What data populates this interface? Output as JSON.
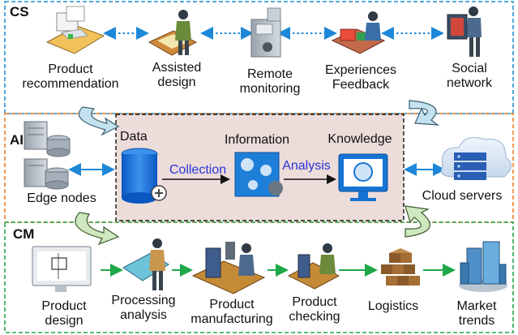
{
  "sections": {
    "cs": "CS",
    "ai": "AI",
    "cm": "CM"
  },
  "cs_items": [
    {
      "label": "Product\nrecommendation",
      "icon": "product-recommendation-icon"
    },
    {
      "label": "Assisted\ndesign",
      "icon": "assisted-design-icon"
    },
    {
      "label": "Remote\nmonitoring",
      "icon": "remote-monitoring-icon"
    },
    {
      "label": "Experiences\nFeedback",
      "icon": "experiences-feedback-icon"
    },
    {
      "label": "Social\nnetwork",
      "icon": "social-network-icon"
    }
  ],
  "ai": {
    "edge_nodes": "Edge nodes",
    "cloud_servers": "Cloud servers",
    "data": "Data",
    "information": "Information",
    "knowledge": "Knowledge",
    "collection": "Collection",
    "analysis": "Analysis"
  },
  "cm_items": [
    {
      "label": "Product\ndesign",
      "icon": "product-design-icon"
    },
    {
      "label": "Processing\nanalysis",
      "icon": "processing-analysis-icon"
    },
    {
      "label": "Product\nmanufacturing",
      "icon": "product-manufacturing-icon"
    },
    {
      "label": "Product\nchecking",
      "icon": "product-checking-icon"
    },
    {
      "label": "Logistics",
      "icon": "logistics-icon"
    },
    {
      "label": "Market\ntrends",
      "icon": "market-trends-icon"
    }
  ],
  "colors": {
    "cs_border": "#1e8fd6",
    "ai_border": "#ef7d22",
    "cm_border": "#22a548",
    "panel_fill": "#ecdcda",
    "arrow_blue": "#1e88d8",
    "arrow_green": "#1fa84a",
    "text_blue": "#2b35d6"
  }
}
